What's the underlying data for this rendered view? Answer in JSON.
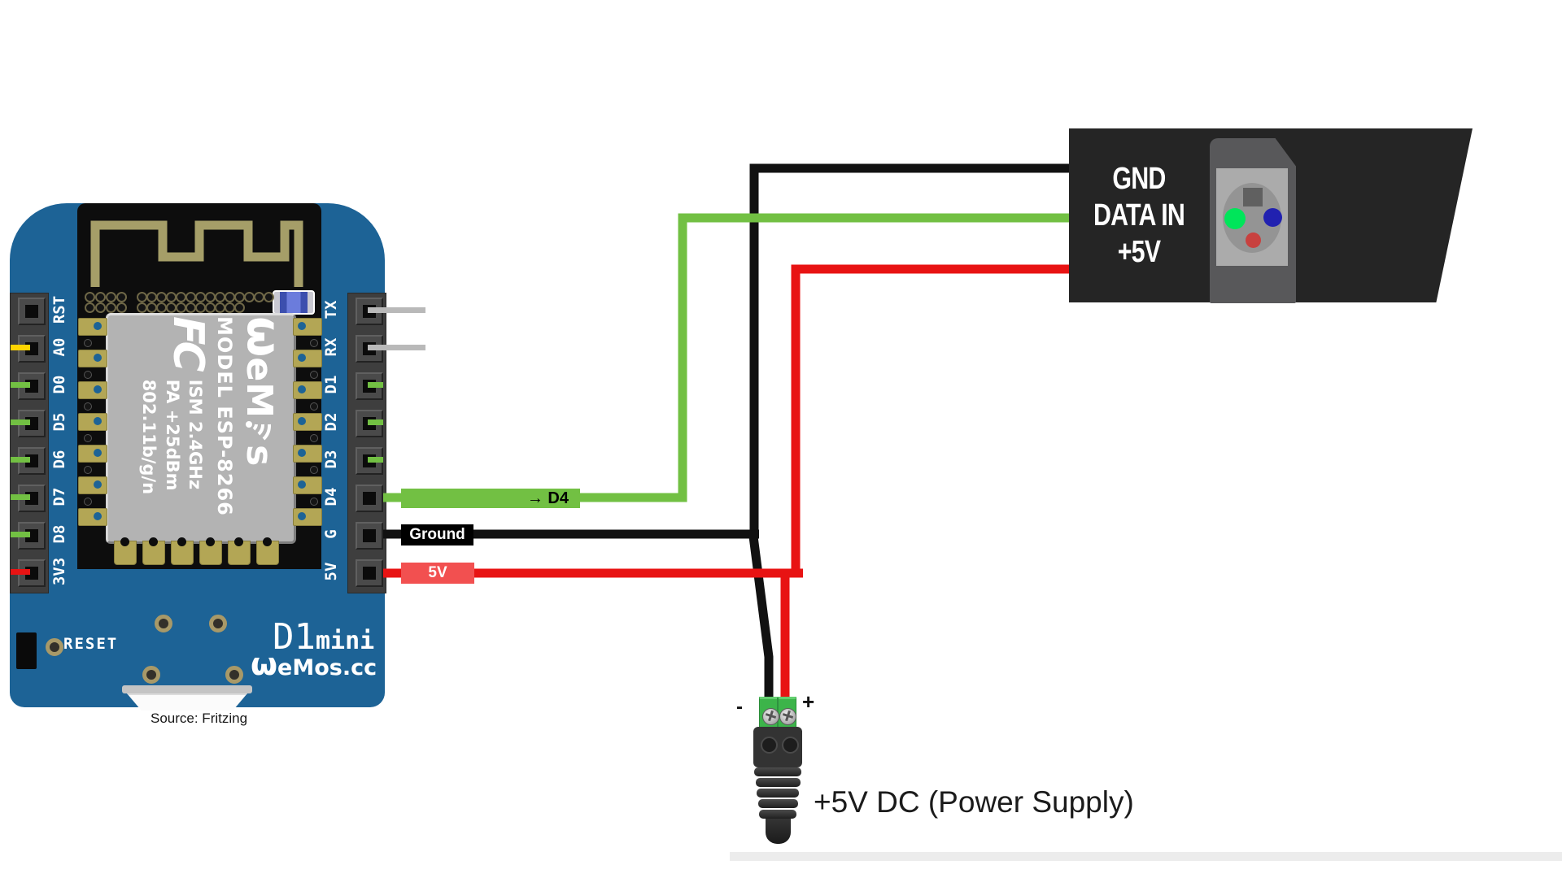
{
  "board": {
    "left_pins": [
      "RST",
      "A0",
      "D0",
      "D5",
      "D6",
      "D7",
      "D8",
      "3V3"
    ],
    "right_pins": [
      "TX",
      "RX",
      "D1",
      "D2",
      "D3",
      "D4",
      "G",
      "5V"
    ],
    "left_stub_colors": [
      null,
      "#ffd400",
      "#72c043",
      "#72c043",
      "#72c043",
      "#72c043",
      "#72c043",
      "#e81313"
    ],
    "right_stub_colors": [
      "#b9b9b9",
      "#b9b9b9",
      "#72c043",
      "#72c043",
      "#72c043",
      null,
      null,
      null
    ],
    "silkscreen": {
      "reset": "RESET",
      "name_big": "D1",
      "name_small": "mini",
      "site_first": "ω",
      "site_rest": "eMos.cc"
    },
    "shield": {
      "fcc": "FC",
      "logo_omega": "ω",
      "logo_em": "eM",
      "logo_s": "s",
      "line_model": "MODEL  ESP-8266",
      "line_ism": "ISM 2.4GHz",
      "line_pa": "PA +25dBm",
      "line_std": "802.11b/g/n"
    }
  },
  "wires": {
    "d4_label": "→  D4",
    "ground_label": "Ground",
    "five_v_label": "5V",
    "colors": {
      "data": "#72c043",
      "ground": "#111111",
      "power": "#e81313"
    }
  },
  "led_connector": {
    "line1": "GND",
    "line2": "DATA IN",
    "line3": "+5V",
    "pin_colors": {
      "left": "#00e55a",
      "right": "#2121b0",
      "bottom": "#c8413f"
    }
  },
  "power_supply": {
    "caption": "+5V DC (Power Supply)",
    "minus": "-",
    "plus": "+"
  },
  "source_note": "Source: Fritzing"
}
